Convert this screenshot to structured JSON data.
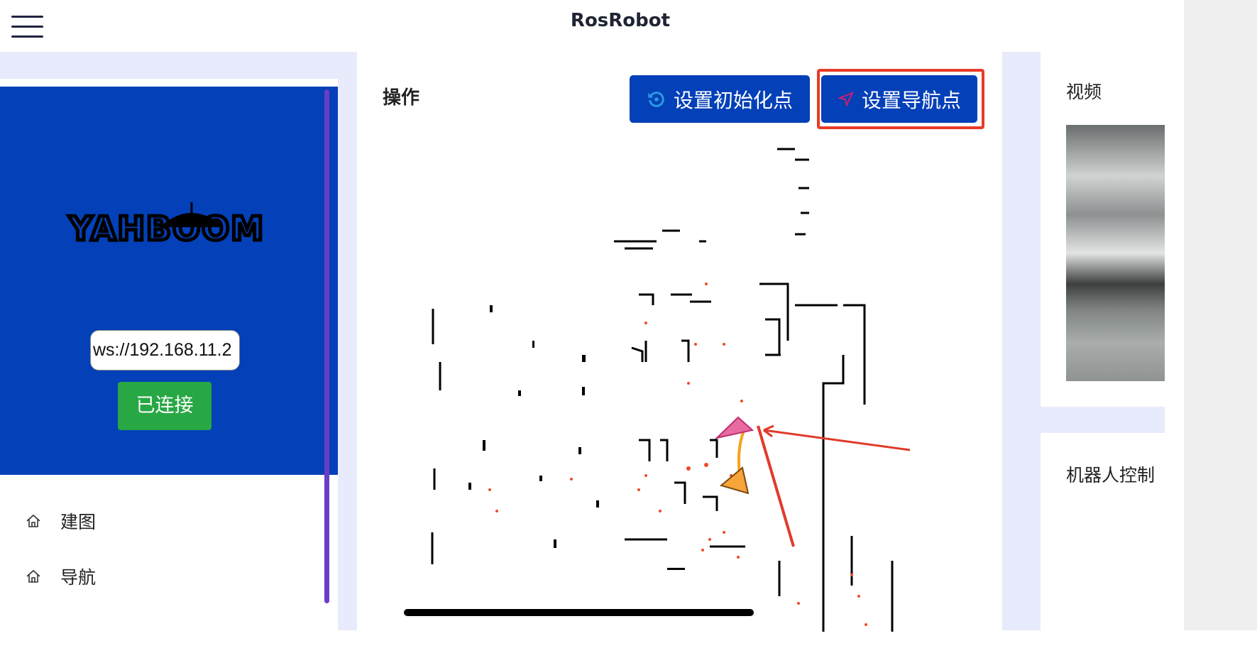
{
  "header": {
    "title": "RosRobot",
    "menu_icon": "hamburger-icon"
  },
  "sidebar": {
    "logo_text": "YAHBOOM",
    "ws_url": "ws://192.168.11.2",
    "connect_button": "已连接",
    "items": [
      {
        "label": "建图",
        "icon": "home-icon"
      },
      {
        "label": "导航",
        "icon": "home-icon"
      }
    ]
  },
  "main": {
    "title": "操作",
    "set_init_button": "设置初始化点",
    "set_nav_button": "设置导航点"
  },
  "right": {
    "video_title": "视频",
    "control_title": "机器人控制"
  },
  "colors": {
    "primary": "#0440b8",
    "success": "#28a745",
    "highlight": "#e83a26",
    "panel_bg": "#e8ebfb"
  }
}
